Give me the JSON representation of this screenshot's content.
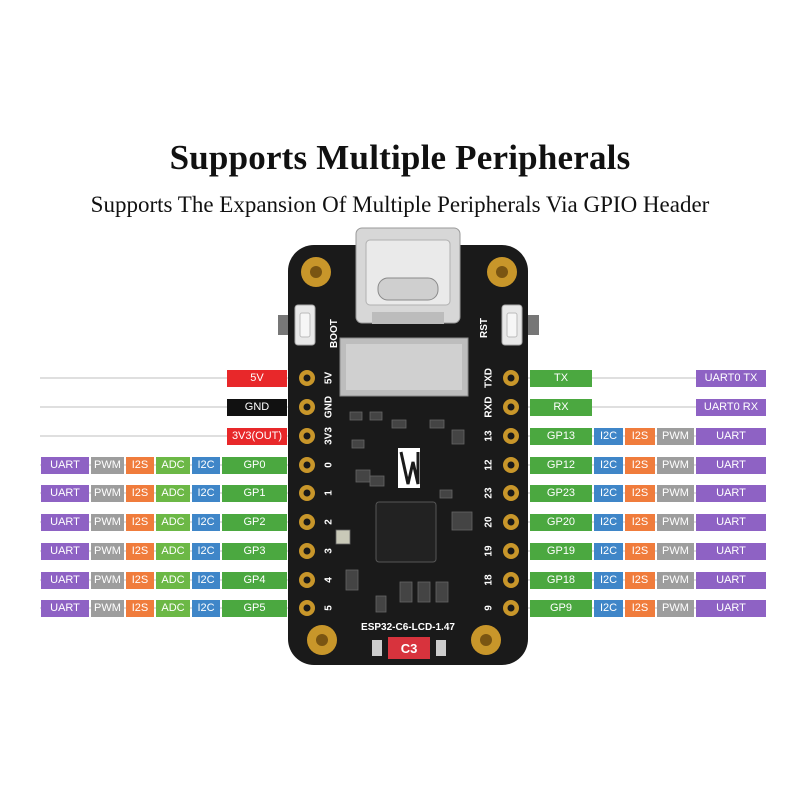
{
  "header": {
    "title": "Supports Multiple Peripherals",
    "subtitle": "Supports The Expansion Of Multiple Peripherals Via GPIO Header"
  },
  "board": {
    "model": "ESP32-C6-LCD-1.47",
    "chip_label": "C3",
    "boot_label": "BOOT",
    "rst_label": "RST",
    "left_pins": [
      "5V",
      "GND",
      "3V3",
      "0",
      "1",
      "2",
      "3",
      "4",
      "5"
    ],
    "right_pins": [
      "TXD",
      "RXD",
      "13",
      "12",
      "23",
      "20",
      "19",
      "18",
      "9"
    ],
    "board_color": "#1a1a1a",
    "pad_color": "#c8962a"
  },
  "power_labels": [
    "5V",
    "GND",
    "3V3(OUT)"
  ],
  "left_rows": [
    {
      "tags": [
        "UART",
        "PWM",
        "I2S",
        "ADC",
        "I2C"
      ],
      "gpio": "GP0"
    },
    {
      "tags": [
        "UART",
        "PWM",
        "I2S",
        "ADC",
        "I2C"
      ],
      "gpio": "GP1"
    },
    {
      "tags": [
        "UART",
        "PWM",
        "I2S",
        "ADC",
        "I2C"
      ],
      "gpio": "GP2"
    },
    {
      "tags": [
        "UART",
        "PWM",
        "I2S",
        "ADC",
        "I2C"
      ],
      "gpio": "GP3"
    },
    {
      "tags": [
        "UART",
        "PWM",
        "I2S",
        "ADC",
        "I2C"
      ],
      "gpio": "GP4"
    },
    {
      "tags": [
        "UART",
        "PWM",
        "I2S",
        "ADC",
        "I2C"
      ],
      "gpio": "GP5"
    }
  ],
  "right_uart": [
    {
      "pin": "TX",
      "func": "UART0 TX"
    },
    {
      "pin": "RX",
      "func": "UART0 RX"
    }
  ],
  "right_rows": [
    {
      "gpio": "GP13",
      "tags": [
        "I2C",
        "I2S",
        "PWM",
        "UART"
      ]
    },
    {
      "gpio": "GP12",
      "tags": [
        "I2C",
        "I2S",
        "PWM",
        "UART"
      ]
    },
    {
      "gpio": "GP23",
      "tags": [
        "I2C",
        "I2S",
        "PWM",
        "UART"
      ]
    },
    {
      "gpio": "GP20",
      "tags": [
        "I2C",
        "I2S",
        "PWM",
        "UART"
      ]
    },
    {
      "gpio": "GP19",
      "tags": [
        "I2C",
        "I2S",
        "PWM",
        "UART"
      ]
    },
    {
      "gpio": "GP18",
      "tags": [
        "I2C",
        "I2S",
        "PWM",
        "UART"
      ]
    },
    {
      "gpio": "GP9",
      "tags": [
        "I2C",
        "I2S",
        "PWM",
        "UART"
      ]
    }
  ]
}
